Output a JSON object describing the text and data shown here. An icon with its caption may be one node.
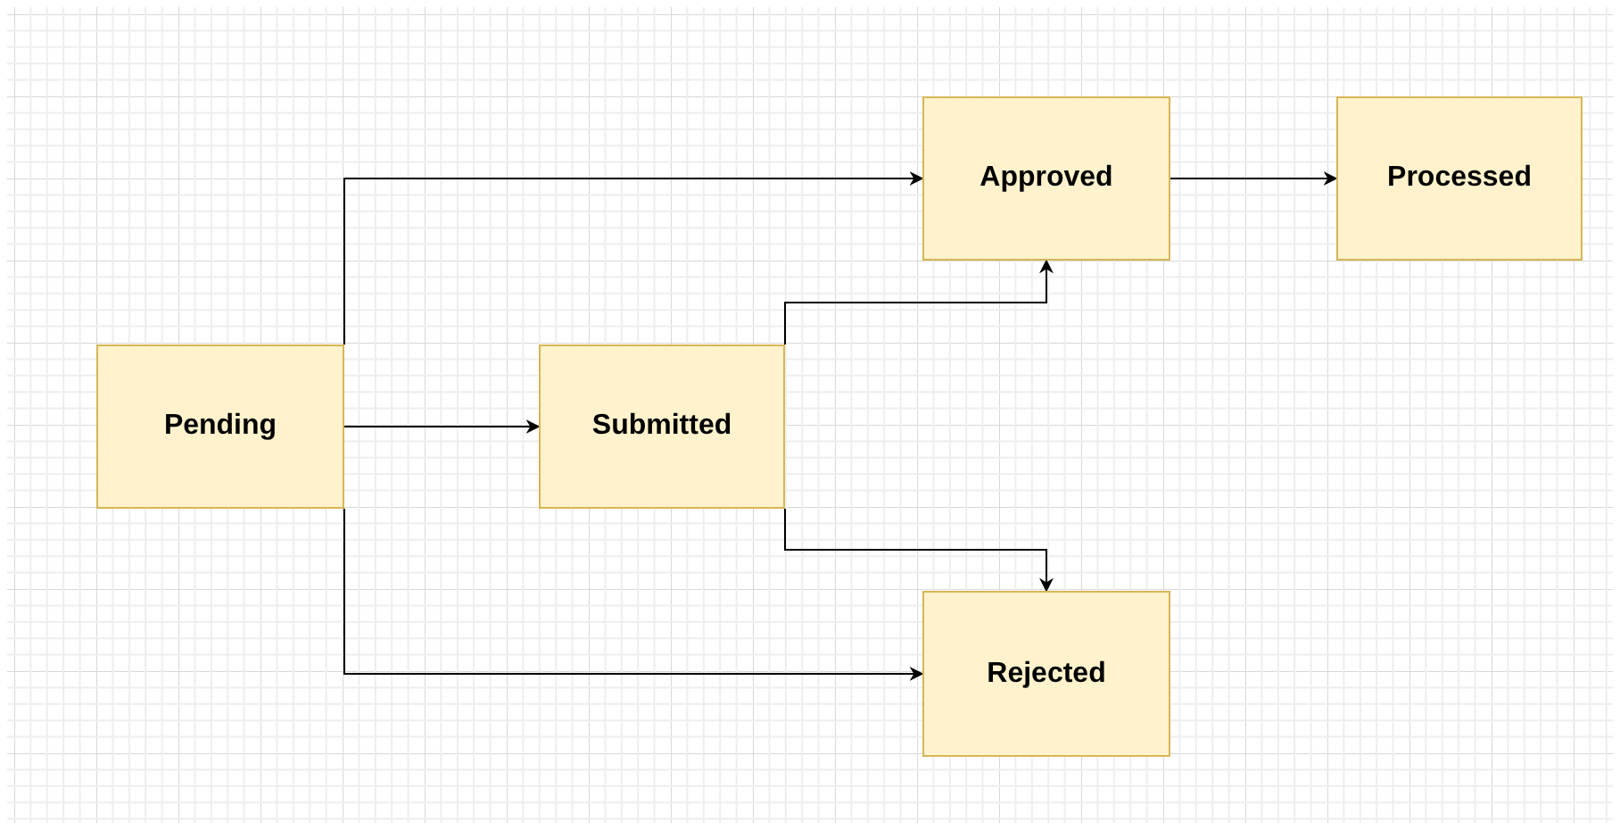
{
  "diagram": {
    "nodes": [
      {
        "text": [
          "Pending"
        ]
      },
      {
        "text": [
          "Submitted"
        ]
      },
      {
        "text": [
          "Approved"
        ]
      },
      {
        "text": [
          "Processed"
        ]
      },
      {
        "text": [
          "Rejected"
        ]
      }
    ],
    "edges": [
      {
        "from": 0,
        "to": 2,
        "arrow": "to"
      },
      {
        "from": 0,
        "to": 1,
        "arrow": "to"
      },
      {
        "from": 0,
        "to": 4,
        "arrow": "to"
      },
      {
        "from": 1,
        "to": 2,
        "arrow": "to"
      },
      {
        "from": 1,
        "to": 4,
        "arrow": "to"
      },
      {
        "from": 2,
        "to": 3,
        "arrow": "to"
      }
    ]
  }
}
